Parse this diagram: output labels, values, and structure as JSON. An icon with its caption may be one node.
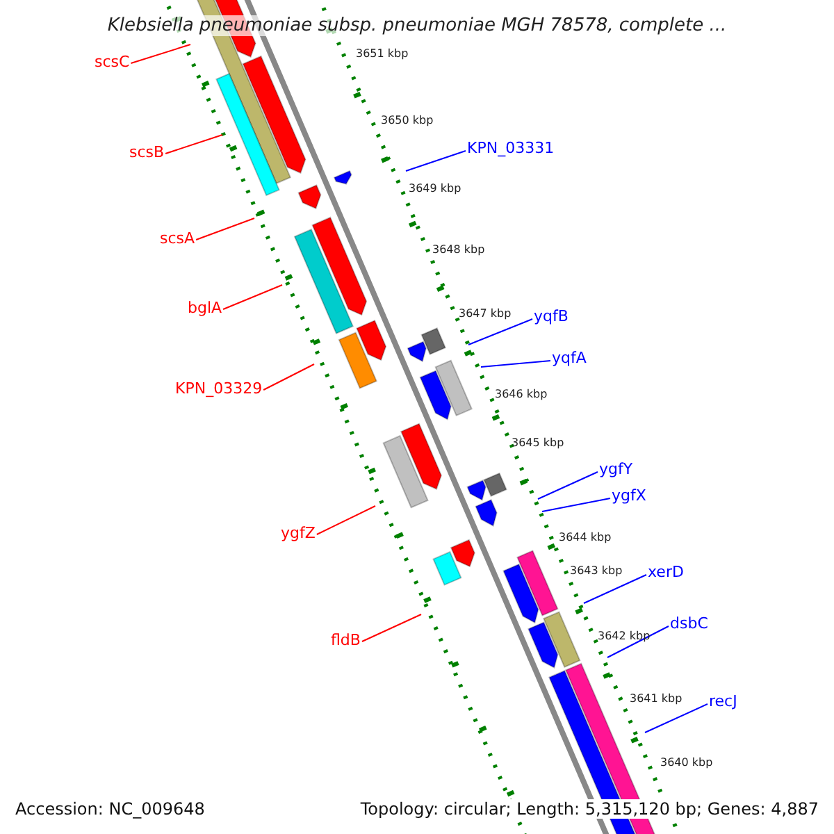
{
  "diagram": {
    "title": "Klebsiella pneumoniae subsp. pneumoniae MGH 78578, complete ...",
    "nodes": [
      {
        "text": [
          "scsC"
        ]
      },
      {
        "text": [
          "scsB"
        ]
      },
      {
        "text": [
          "KPN_03331"
        ]
      },
      {
        "text": [
          "scsA"
        ]
      },
      {
        "text": [
          "bglA"
        ]
      },
      {
        "text": [
          "yqfB"
        ]
      },
      {
        "text": [
          "yqfA"
        ]
      },
      {
        "text": [
          "KPN_03329"
        ]
      },
      {
        "text": [
          "ygfY"
        ]
      },
      {
        "text": [
          "ygfX"
        ]
      },
      {
        "text": [
          "ygfZ"
        ]
      },
      {
        "text": [
          "xerD"
        ]
      },
      {
        "text": [
          "dsbC"
        ]
      },
      {
        "text": [
          "fldB"
        ]
      },
      {
        "text": [
          "recJ"
        ]
      }
    ],
    "edges": [
      {
        "from": 0,
        "to": null,
        "arrow": "none",
        "color": "#ff0000"
      },
      {
        "from": 1,
        "to": null,
        "arrow": "none",
        "color": "#ff0000"
      },
      {
        "from": 2,
        "to": null,
        "arrow": "none"
      },
      {
        "from": 3,
        "to": null,
        "arrow": "none",
        "color": "#ff0000"
      },
      {
        "from": 4,
        "to": null,
        "arrow": "none",
        "color": "#ff0000"
      },
      {
        "from": 5,
        "to": null,
        "arrow": "none"
      },
      {
        "from": 6,
        "to": null,
        "arrow": "none"
      },
      {
        "from": 7,
        "to": null,
        "arrow": "none",
        "color": "#ff0000"
      },
      {
        "from": 8,
        "to": null,
        "arrow": "none"
      },
      {
        "from": 9,
        "to": null,
        "arrow": "none"
      },
      {
        "from": 10,
        "to": null,
        "arrow": "none",
        "color": "#ff0000"
      },
      {
        "from": 11,
        "to": null,
        "arrow": "none"
      },
      {
        "from": 12,
        "to": null,
        "arrow": "none"
      },
      {
        "from": 13,
        "to": null,
        "arrow": "none",
        "color": "#ff0000"
      },
      {
        "from": 14,
        "to": null,
        "arrow": "none"
      }
    ],
    "labels": [
      "3651 kbp",
      "3650 kbp",
      "3649 kbp",
      "3648 kbp",
      "3647 kbp",
      "3646 kbp",
      "3645 kbp",
      "3644 kbp",
      "3643 kbp",
      "3642 kbp",
      "3641 kbp",
      "3640 kbp",
      "Accession: NC_009648",
      "Topology: circular; Length: 5,315,120 bp; Genes: 4,887"
    ]
  }
}
